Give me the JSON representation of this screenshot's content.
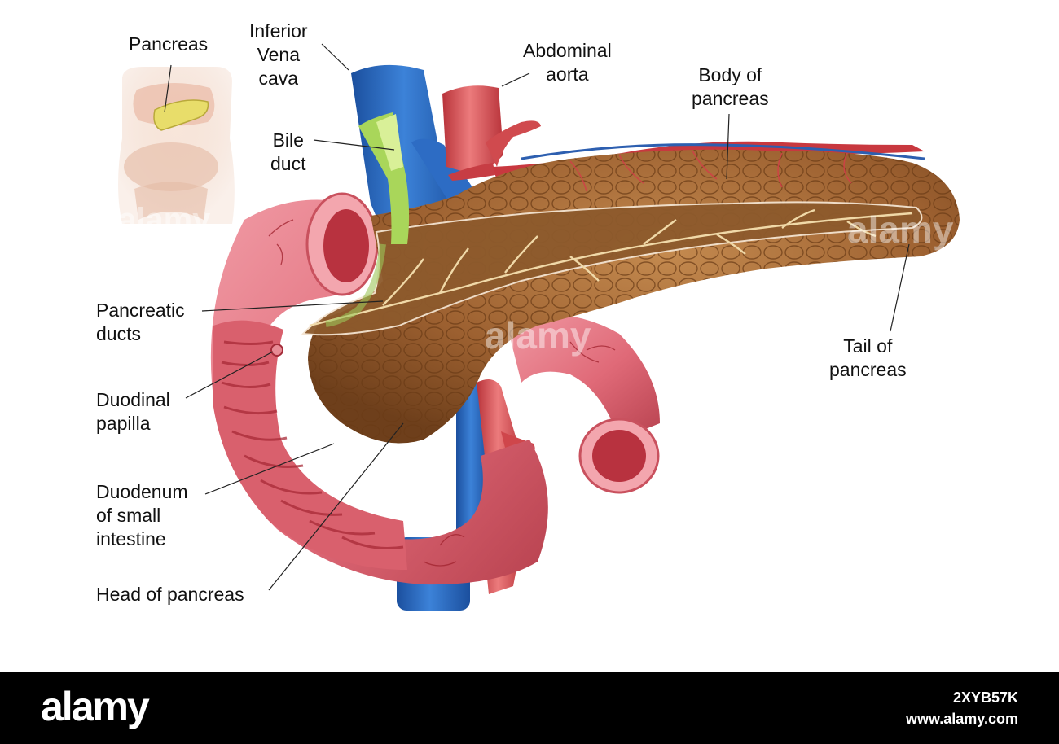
{
  "labels": {
    "inset_pancreas": "Pancreas",
    "inferior_vena_cava": [
      "Inferior",
      "Vena",
      "cava"
    ],
    "abdominal_aorta": [
      "Abdominal",
      "aorta"
    ],
    "body_of_pancreas": [
      "Body of",
      "pancreas"
    ],
    "bile_duct": [
      "Bile",
      "duct"
    ],
    "pancreatic_ducts": [
      "Pancreatic",
      "ducts"
    ],
    "tail_of_pancreas": [
      "Tail of",
      "pancreas"
    ],
    "duodinal_papilla": [
      "Duodinal",
      "papilla"
    ],
    "duodenum": [
      "Duodenum",
      "of small",
      "intestine"
    ],
    "head_of_pancreas": "Head of pancreas"
  },
  "watermark": "alamy",
  "footer": {
    "brand": "alamy",
    "image_id": "2XYB57K",
    "site": "www.alamy.com"
  },
  "colors": {
    "pancreas": "#a86a35",
    "duodenum": "#e0707c",
    "vena_cava": "#2f6ec4",
    "aorta": "#d5474a",
    "bile_duct": "#9fcf4a",
    "footer_bg": "#000000"
  }
}
